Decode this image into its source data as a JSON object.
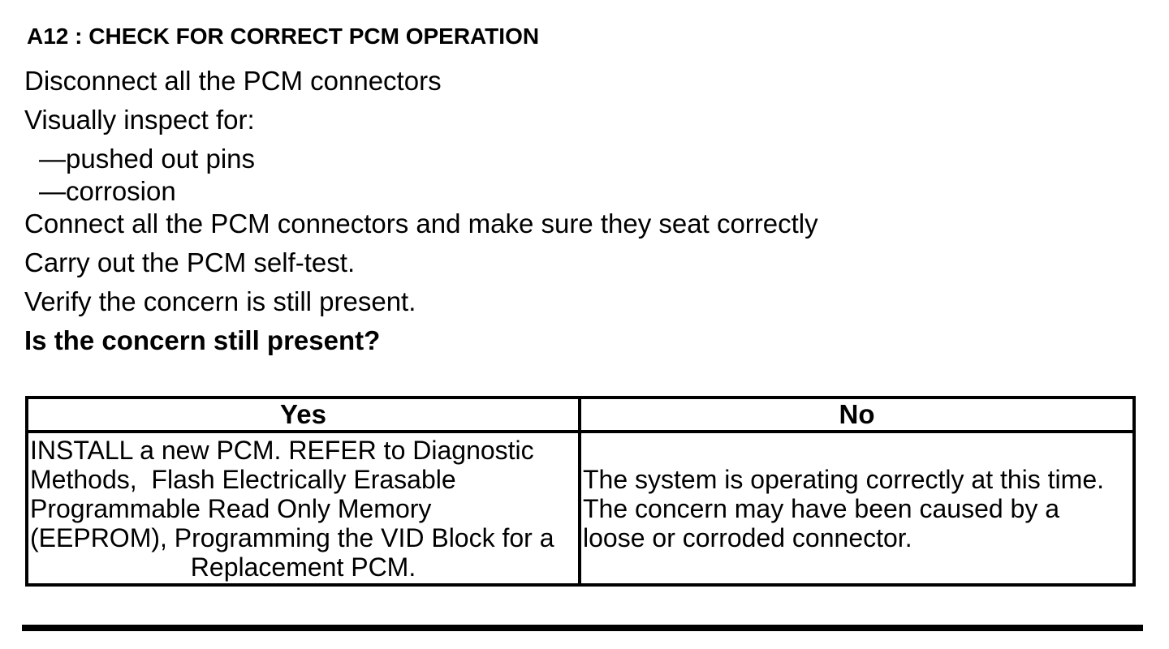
{
  "page": {
    "heading": "A12 : CHECK FOR CORRECT PCM OPERATION",
    "steps": [
      {
        "text": "Disconnect all the PCM connectors"
      },
      {
        "text": "Visually inspect for:",
        "subitems": [
          "—pushed out pins",
          "—corrosion"
        ]
      },
      {
        "text": "Connect all the PCM connectors and make sure they seat correctly"
      },
      {
        "text": "Carry out the PCM self-test."
      },
      {
        "text": "Verify the concern is still present."
      }
    ],
    "question": "Is the concern still present?",
    "result_table": {
      "headers": [
        "Yes",
        "No"
      ],
      "yes_text": "INSTALL a new PCM. REFER to Diagnostic\nMethods,  Flash Electrically Erasable\nProgrammable Read Only Memory\n(EEPROM), Programming the VID Block for a",
      "yes_text_last_line": "Replacement PCM.",
      "no_text": "The system is operating correctly at this time.\nThe concern may have been caused by a\nloose or corroded connector."
    },
    "colors": {
      "ink": "#000000",
      "paper": "#ffffff"
    }
  }
}
